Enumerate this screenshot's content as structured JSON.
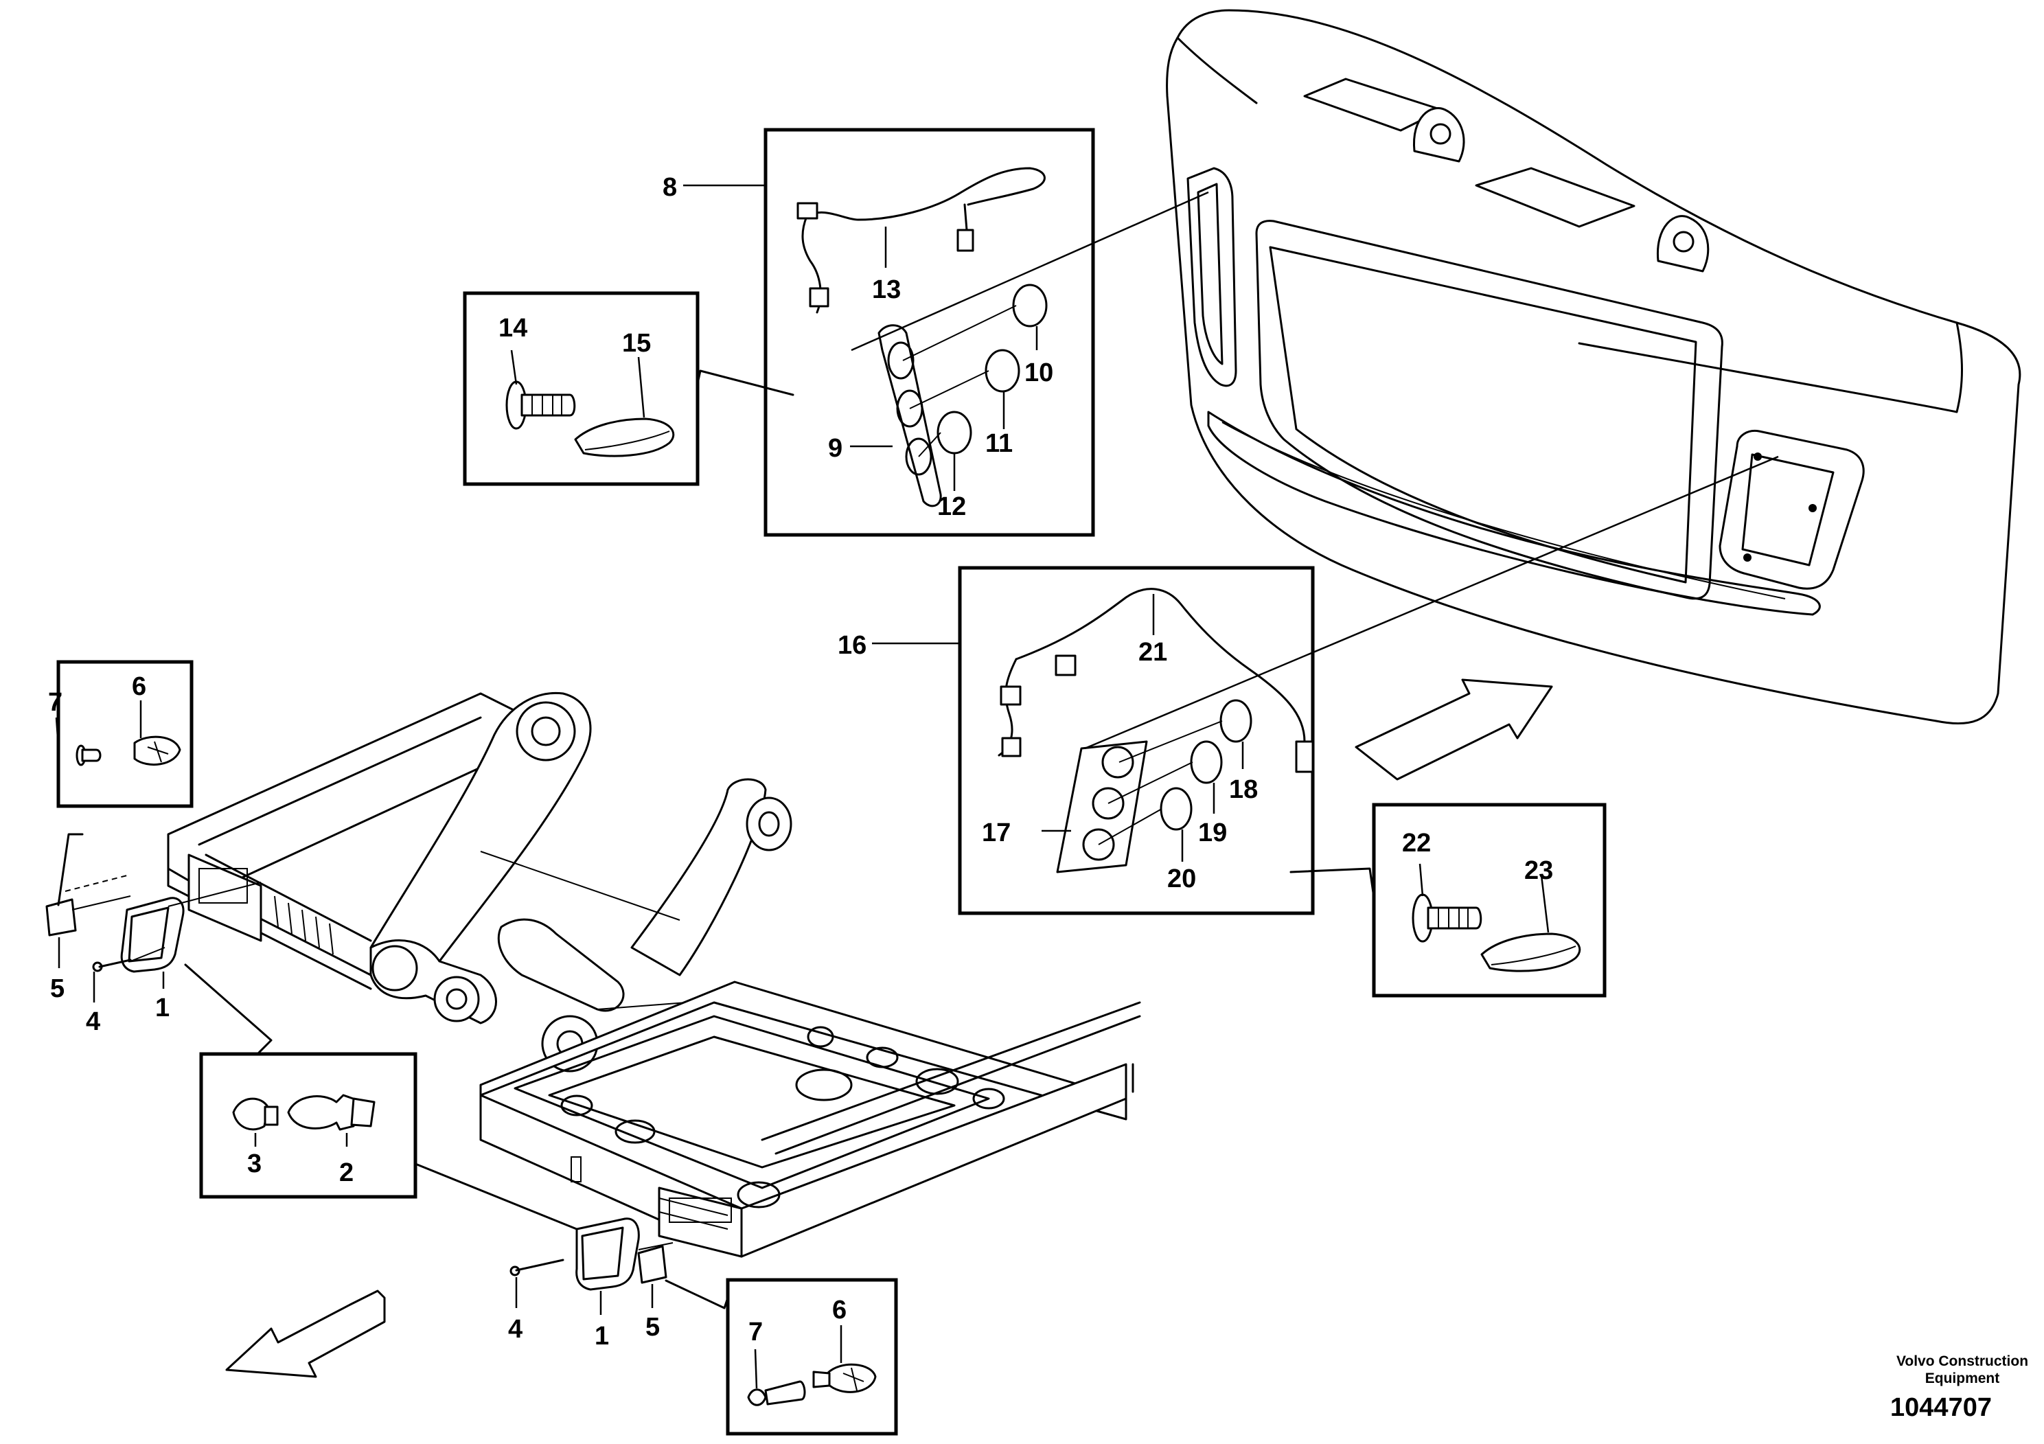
{
  "callouts": {
    "c1a": "1",
    "c1b": "1",
    "c2": "2",
    "c3": "3",
    "c4a": "4",
    "c4b": "4",
    "c5a": "5",
    "c5b": "5",
    "c6a": "6",
    "c6b": "6",
    "c7a": "7",
    "c7b": "7",
    "c8": "8",
    "c9": "9",
    "c10": "10",
    "c11": "11",
    "c12": "12",
    "c13": "13",
    "c14": "14",
    "c15": "15",
    "c16": "16",
    "c17": "17",
    "c18": "18",
    "c19": "19",
    "c20": "20",
    "c21": "21",
    "c22": "22",
    "c23": "23"
  },
  "credit": {
    "line1": "Volvo Construction",
    "line2": "Equipment"
  },
  "document_number": "1044707"
}
